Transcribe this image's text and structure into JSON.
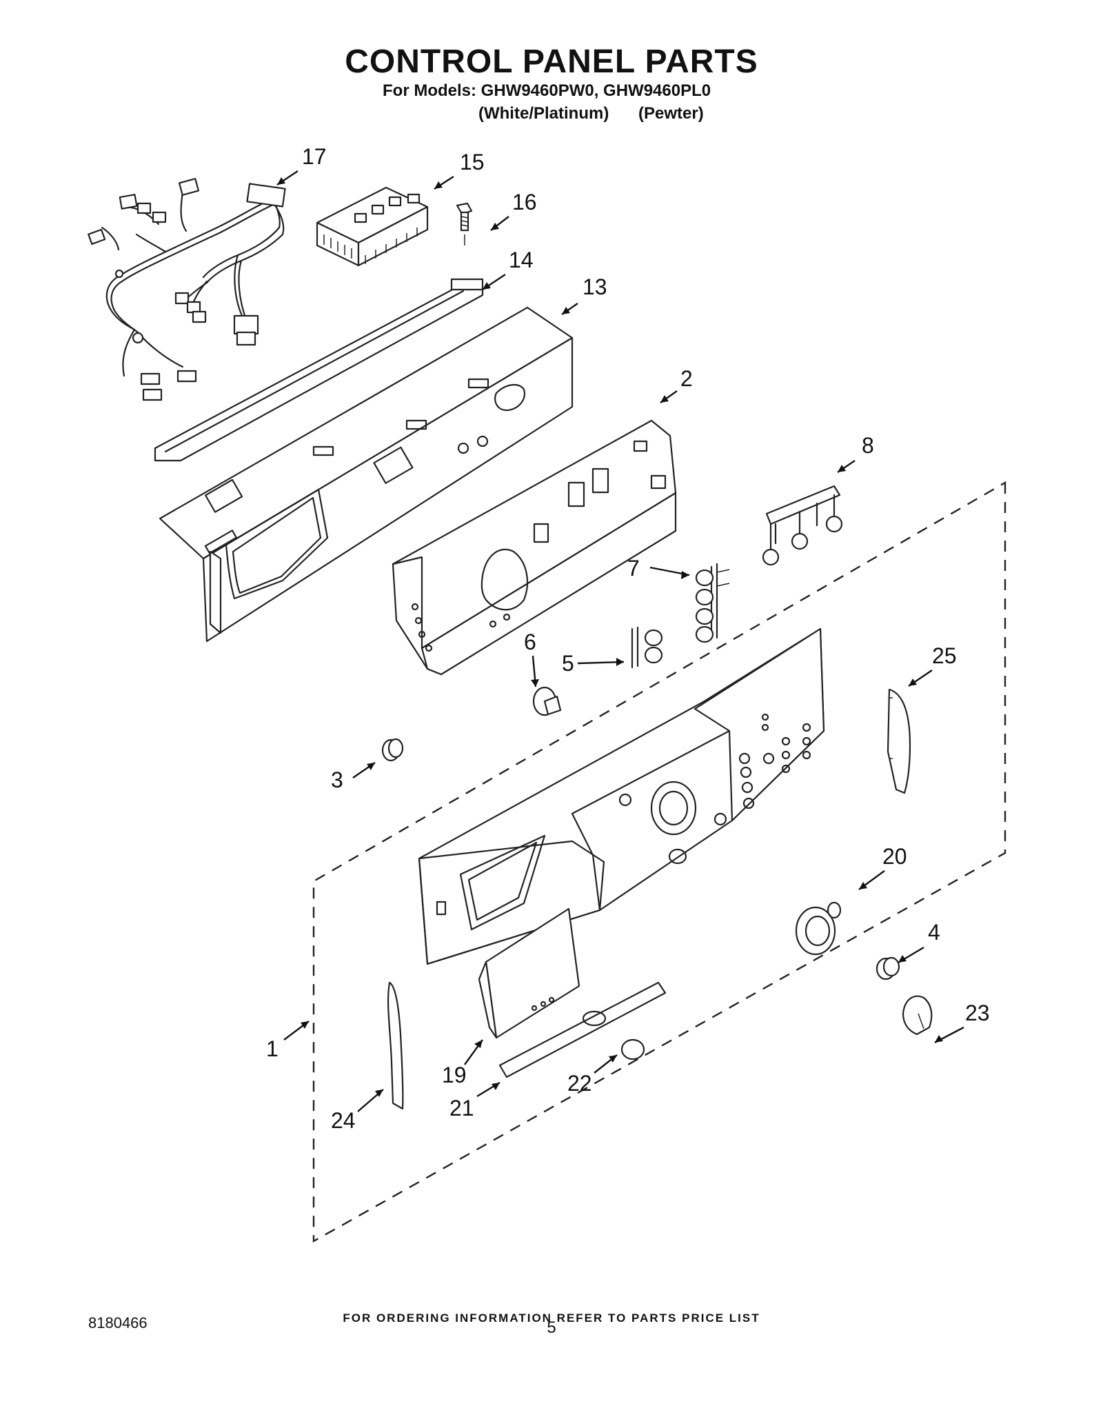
{
  "header": {
    "title": "CONTROL PANEL PARTS",
    "models_line": "For Models: GHW9460PW0, GHW9460PL0",
    "variant_1": "(White/Platinum)",
    "variant_2": "(Pewter)"
  },
  "callouts": [
    "17",
    "15",
    "16",
    "14",
    "13",
    "2",
    "8",
    "7",
    "6",
    "5",
    "25",
    "3",
    "20",
    "4",
    "23",
    "1",
    "19",
    "22",
    "21",
    "24"
  ],
  "footer": {
    "ordering_note": "FOR ORDERING INFORMATION REFER TO PARTS PRICE LIST",
    "document_number": "8180466",
    "page_number": "5"
  }
}
